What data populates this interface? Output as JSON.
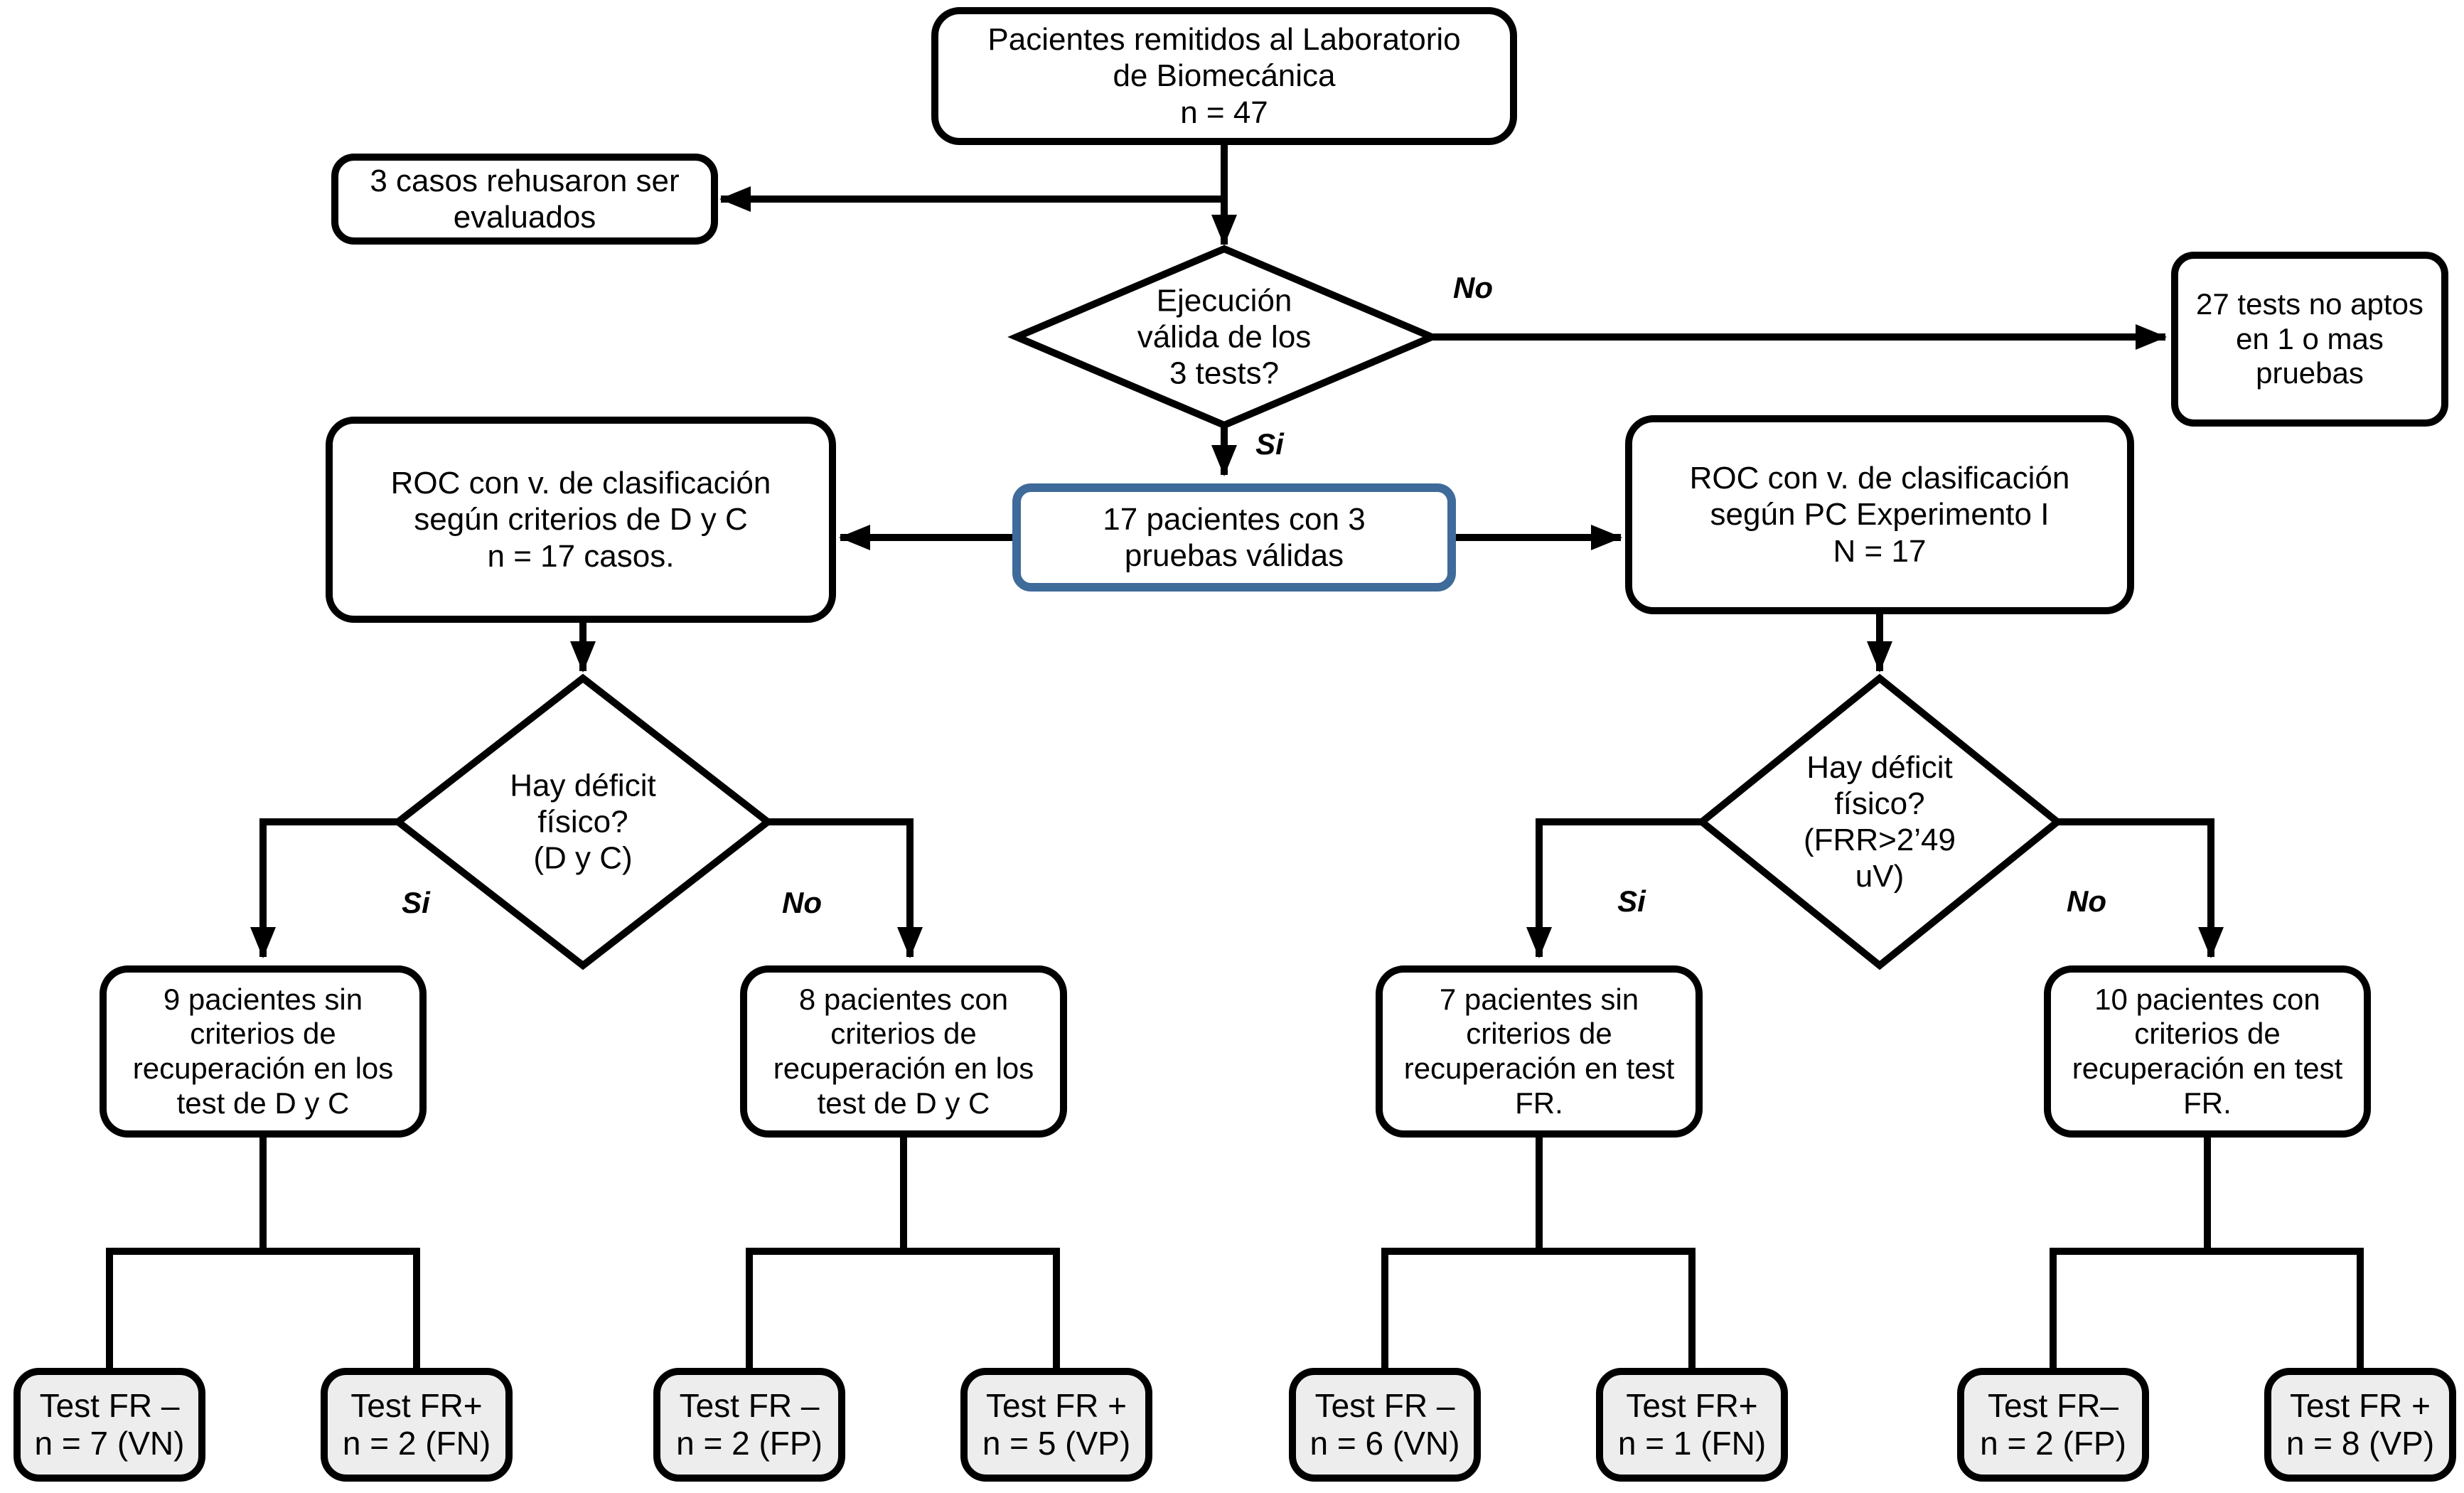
{
  "diagram": {
    "title": "Flujo de pacientes del Laboratorio de Biomecánica",
    "background": "#ffffff",
    "line_color": "#000000",
    "highlight_border_color": "#3e6b99",
    "terminal_fill": "#ededed"
  },
  "nodes": {
    "referred": {
      "text": "Pacientes remitidos al Laboratorio\nde Biomecánica\nn = 47"
    },
    "refused": {
      "text": "3 casos rehusaron ser\nevaluados"
    },
    "valid_execution": {
      "text": "Ejecución\nválida de los\n3 tests?"
    },
    "not_apt": {
      "text": "27 tests no aptos\nen 1 o mas\npruebas"
    },
    "valid_patients": {
      "text": "17 pacientes con 3\npruebas válidas"
    },
    "roc_dyc": {
      "text": "ROC con v. de clasificación\nsegún criterios de D y C\nn = 17 casos."
    },
    "roc_pc": {
      "text": "ROC con v. de clasificación\nsegún PC Experimento I\nN = 17"
    },
    "deficit_dyc": {
      "text": "Hay déficit\nfísico?\n(D y C)"
    },
    "deficit_frr": {
      "text": "Hay déficit\nfísico?\n(FRR>2’49\nuV)"
    },
    "no_recovery_dyc": {
      "text": "9 pacientes sin\ncriterios de\nrecuperación en los\ntest de D y C"
    },
    "recovery_dyc": {
      "text": "8 pacientes con\ncriterios de\nrecuperación en los\ntest de D y C"
    },
    "no_recovery_fr": {
      "text": "7 pacientes sin\ncriterios de\nrecuperación en test\nFR."
    },
    "recovery_fr": {
      "text": "10 pacientes con\ncriterios de\nrecuperación en test\nFR."
    },
    "test_fr_neg_vn": {
      "text": "Test FR –\nn = 7 (VN)"
    },
    "test_fr_pos_fn": {
      "text": "Test FR+\nn = 2 (FN)"
    },
    "test_fr_neg_fp": {
      "text": "Test FR –\nn = 2 (FP)"
    },
    "test_fr_pos_vp": {
      "text": "Test FR +\nn = 5 (VP)"
    },
    "test_fr_neg_vn2": {
      "text": "Test FR –\nn = 6 (VN)"
    },
    "test_fr_pos_fn2": {
      "text": "Test FR+\nn = 1 (FN)"
    },
    "test_fr_neg_fp2": {
      "text": "Test FR–\nn = 2 (FP)"
    },
    "test_fr_pos_vp2": {
      "text": "Test FR +\nn = 8 (VP)"
    }
  },
  "edge_labels": {
    "no_valid": "No",
    "si_valid": "Si",
    "si_dyc": "Si",
    "no_dyc": "No",
    "si_frr": "Si",
    "no_frr": "No"
  }
}
